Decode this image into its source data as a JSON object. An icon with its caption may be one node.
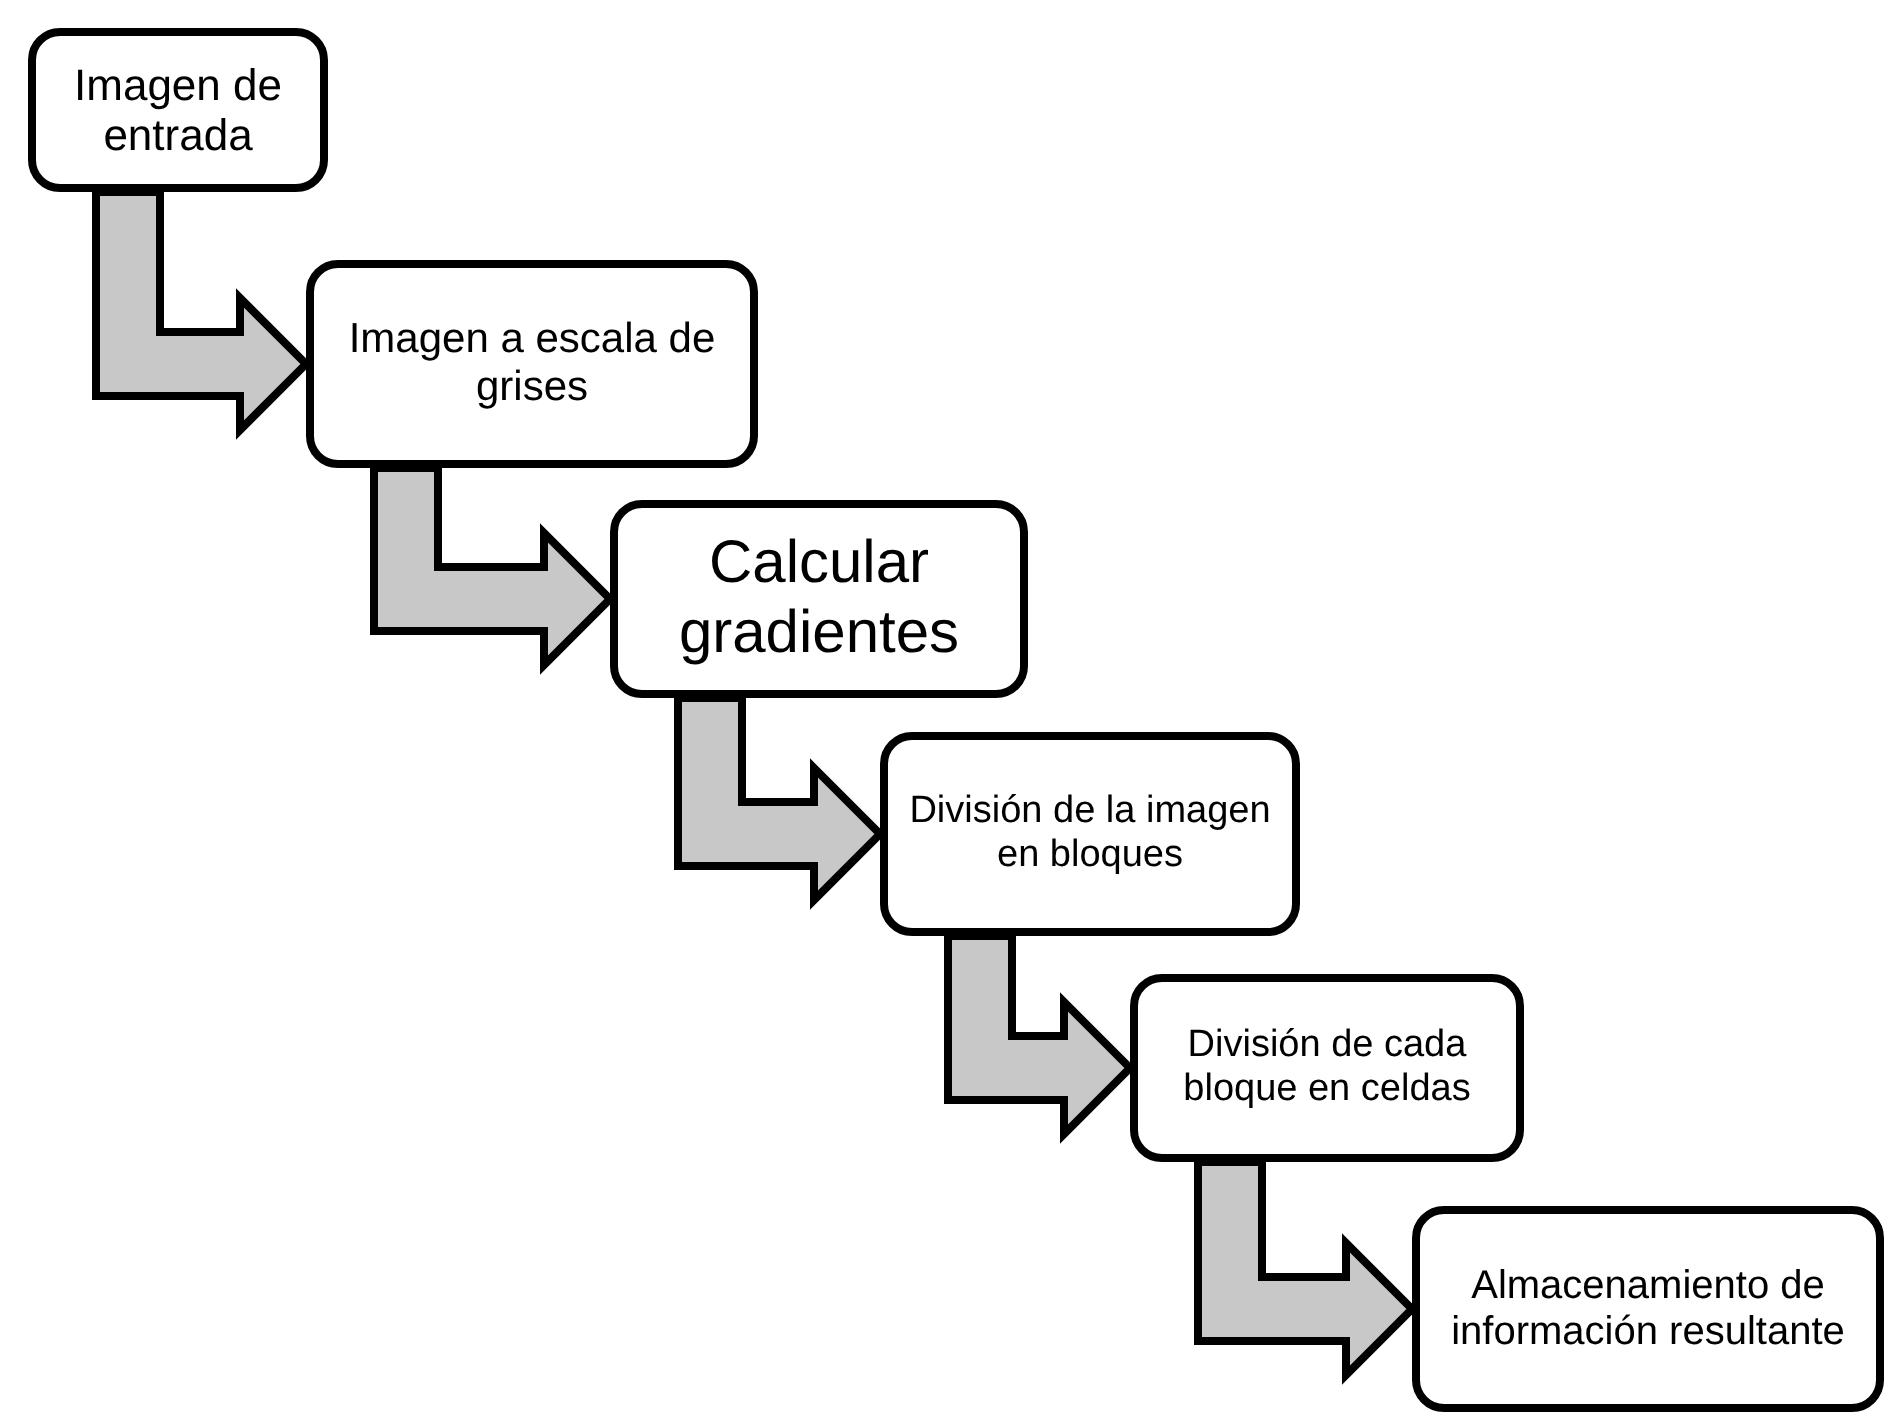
{
  "diagram": {
    "nodes": [
      {
        "text": [
          "Imagen de entrada"
        ]
      },
      {
        "text": [
          "Imagen a escala de grises"
        ]
      },
      {
        "text": [
          "Calcular gradientes"
        ]
      },
      {
        "text": [
          "División de la imagen en bloques"
        ]
      },
      {
        "text": [
          "División de cada bloque en celdas"
        ]
      },
      {
        "text": [
          "Almacenamiento de información resultante"
        ]
      }
    ],
    "edges": [
      {
        "from": 0,
        "to": 1,
        "arrow": "to"
      },
      {
        "from": 1,
        "to": 2,
        "arrow": "to"
      },
      {
        "from": 2,
        "to": 3,
        "arrow": "to"
      },
      {
        "from": 3,
        "to": 4,
        "arrow": "to"
      },
      {
        "from": 4,
        "to": 5,
        "arrow": "to"
      }
    ]
  }
}
